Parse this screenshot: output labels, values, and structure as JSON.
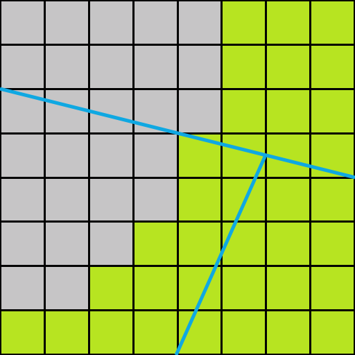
{
  "board": {
    "rows": 8,
    "cols": 8,
    "colors": {
      "empty": "#c6c5c6",
      "filled": "#b7e421",
      "grid_line": "#000000",
      "line": "#0fa8e2"
    },
    "cells": [
      [
        0,
        0,
        0,
        0,
        0,
        1,
        1,
        1
      ],
      [
        0,
        0,
        0,
        0,
        0,
        1,
        1,
        1
      ],
      [
        0,
        0,
        0,
        0,
        0,
        1,
        1,
        1
      ],
      [
        0,
        0,
        0,
        0,
        1,
        1,
        1,
        1
      ],
      [
        0,
        0,
        0,
        0,
        1,
        1,
        1,
        1
      ],
      [
        0,
        0,
        0,
        1,
        1,
        1,
        1,
        1
      ],
      [
        0,
        0,
        1,
        1,
        1,
        1,
        1,
        1
      ],
      [
        1,
        1,
        1,
        1,
        1,
        1,
        1,
        1
      ]
    ]
  }
}
